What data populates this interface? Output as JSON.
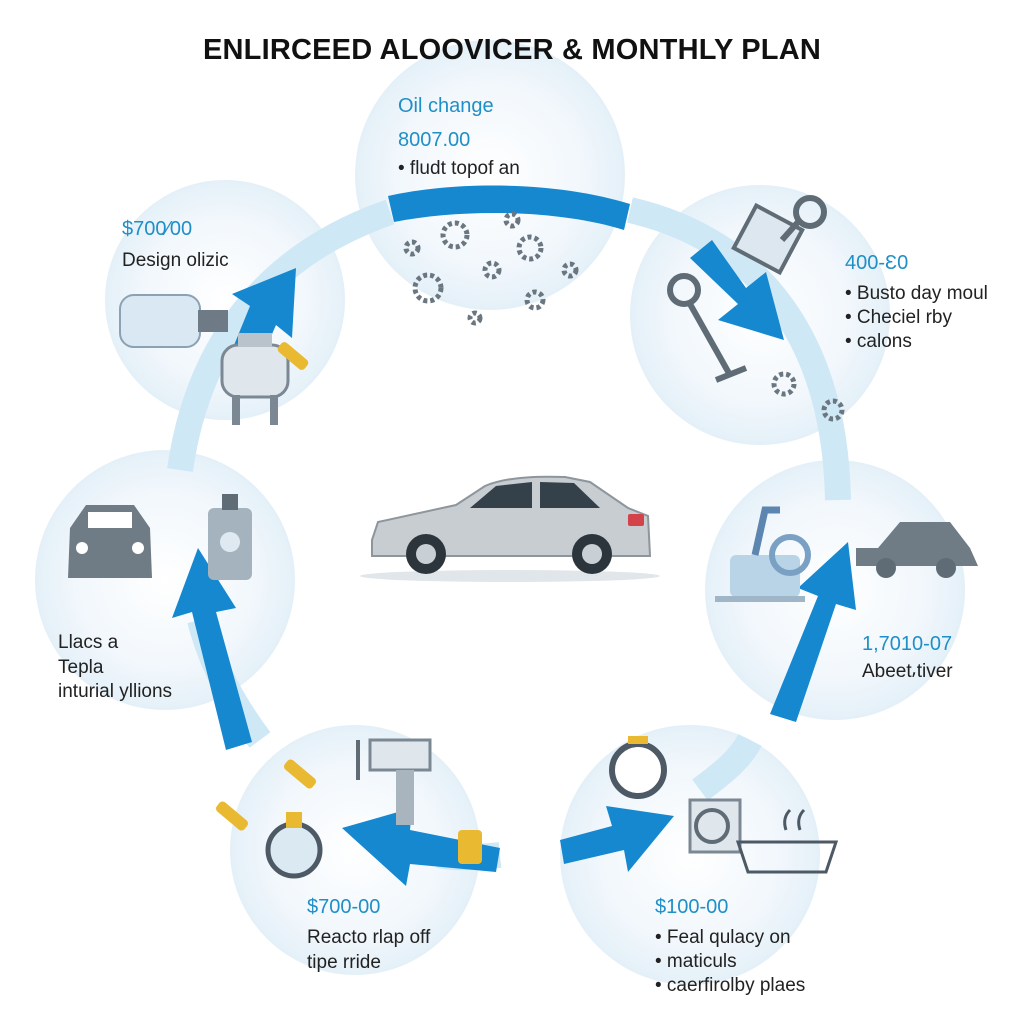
{
  "title": "ENLIRCEED ALOOVICER & MONTHLY PLAN",
  "colors": {
    "accent": "#1f8fc7",
    "arrow_dark": "#1588d0",
    "arrow_light": "#cfe8f5",
    "circle_fill": "#eef6fb",
    "text": "#222222"
  },
  "stations": {
    "top": {
      "heading": "Oil change",
      "price": "8007.00",
      "bullets": [
        "• fludt topof an"
      ]
    },
    "upper_left": {
      "price": "$700⁄00",
      "desc": "Design olizic"
    },
    "upper_right": {
      "price": "400-Ɛ0",
      "bullets": [
        "• Busto day moul",
        "• Checiel rby",
        "• calons"
      ]
    },
    "left": {
      "lines": [
        "Llacs a",
        "Tepla",
        "inturial yllions"
      ]
    },
    "right": {
      "price": "1,7010-07",
      "desc": "Abeet⸴tiver"
    },
    "bottom_left": {
      "price": "$700-00",
      "lines": [
        "Reacto rlap off",
        "tipe rride"
      ]
    },
    "bottom_right": {
      "price": "$100-00",
      "bullets": [
        "• Feal qulacy on",
        "• maticuls",
        "• caerfirolby plaes"
      ]
    },
    "center": {
      "icon": "sedan-car-icon"
    }
  }
}
